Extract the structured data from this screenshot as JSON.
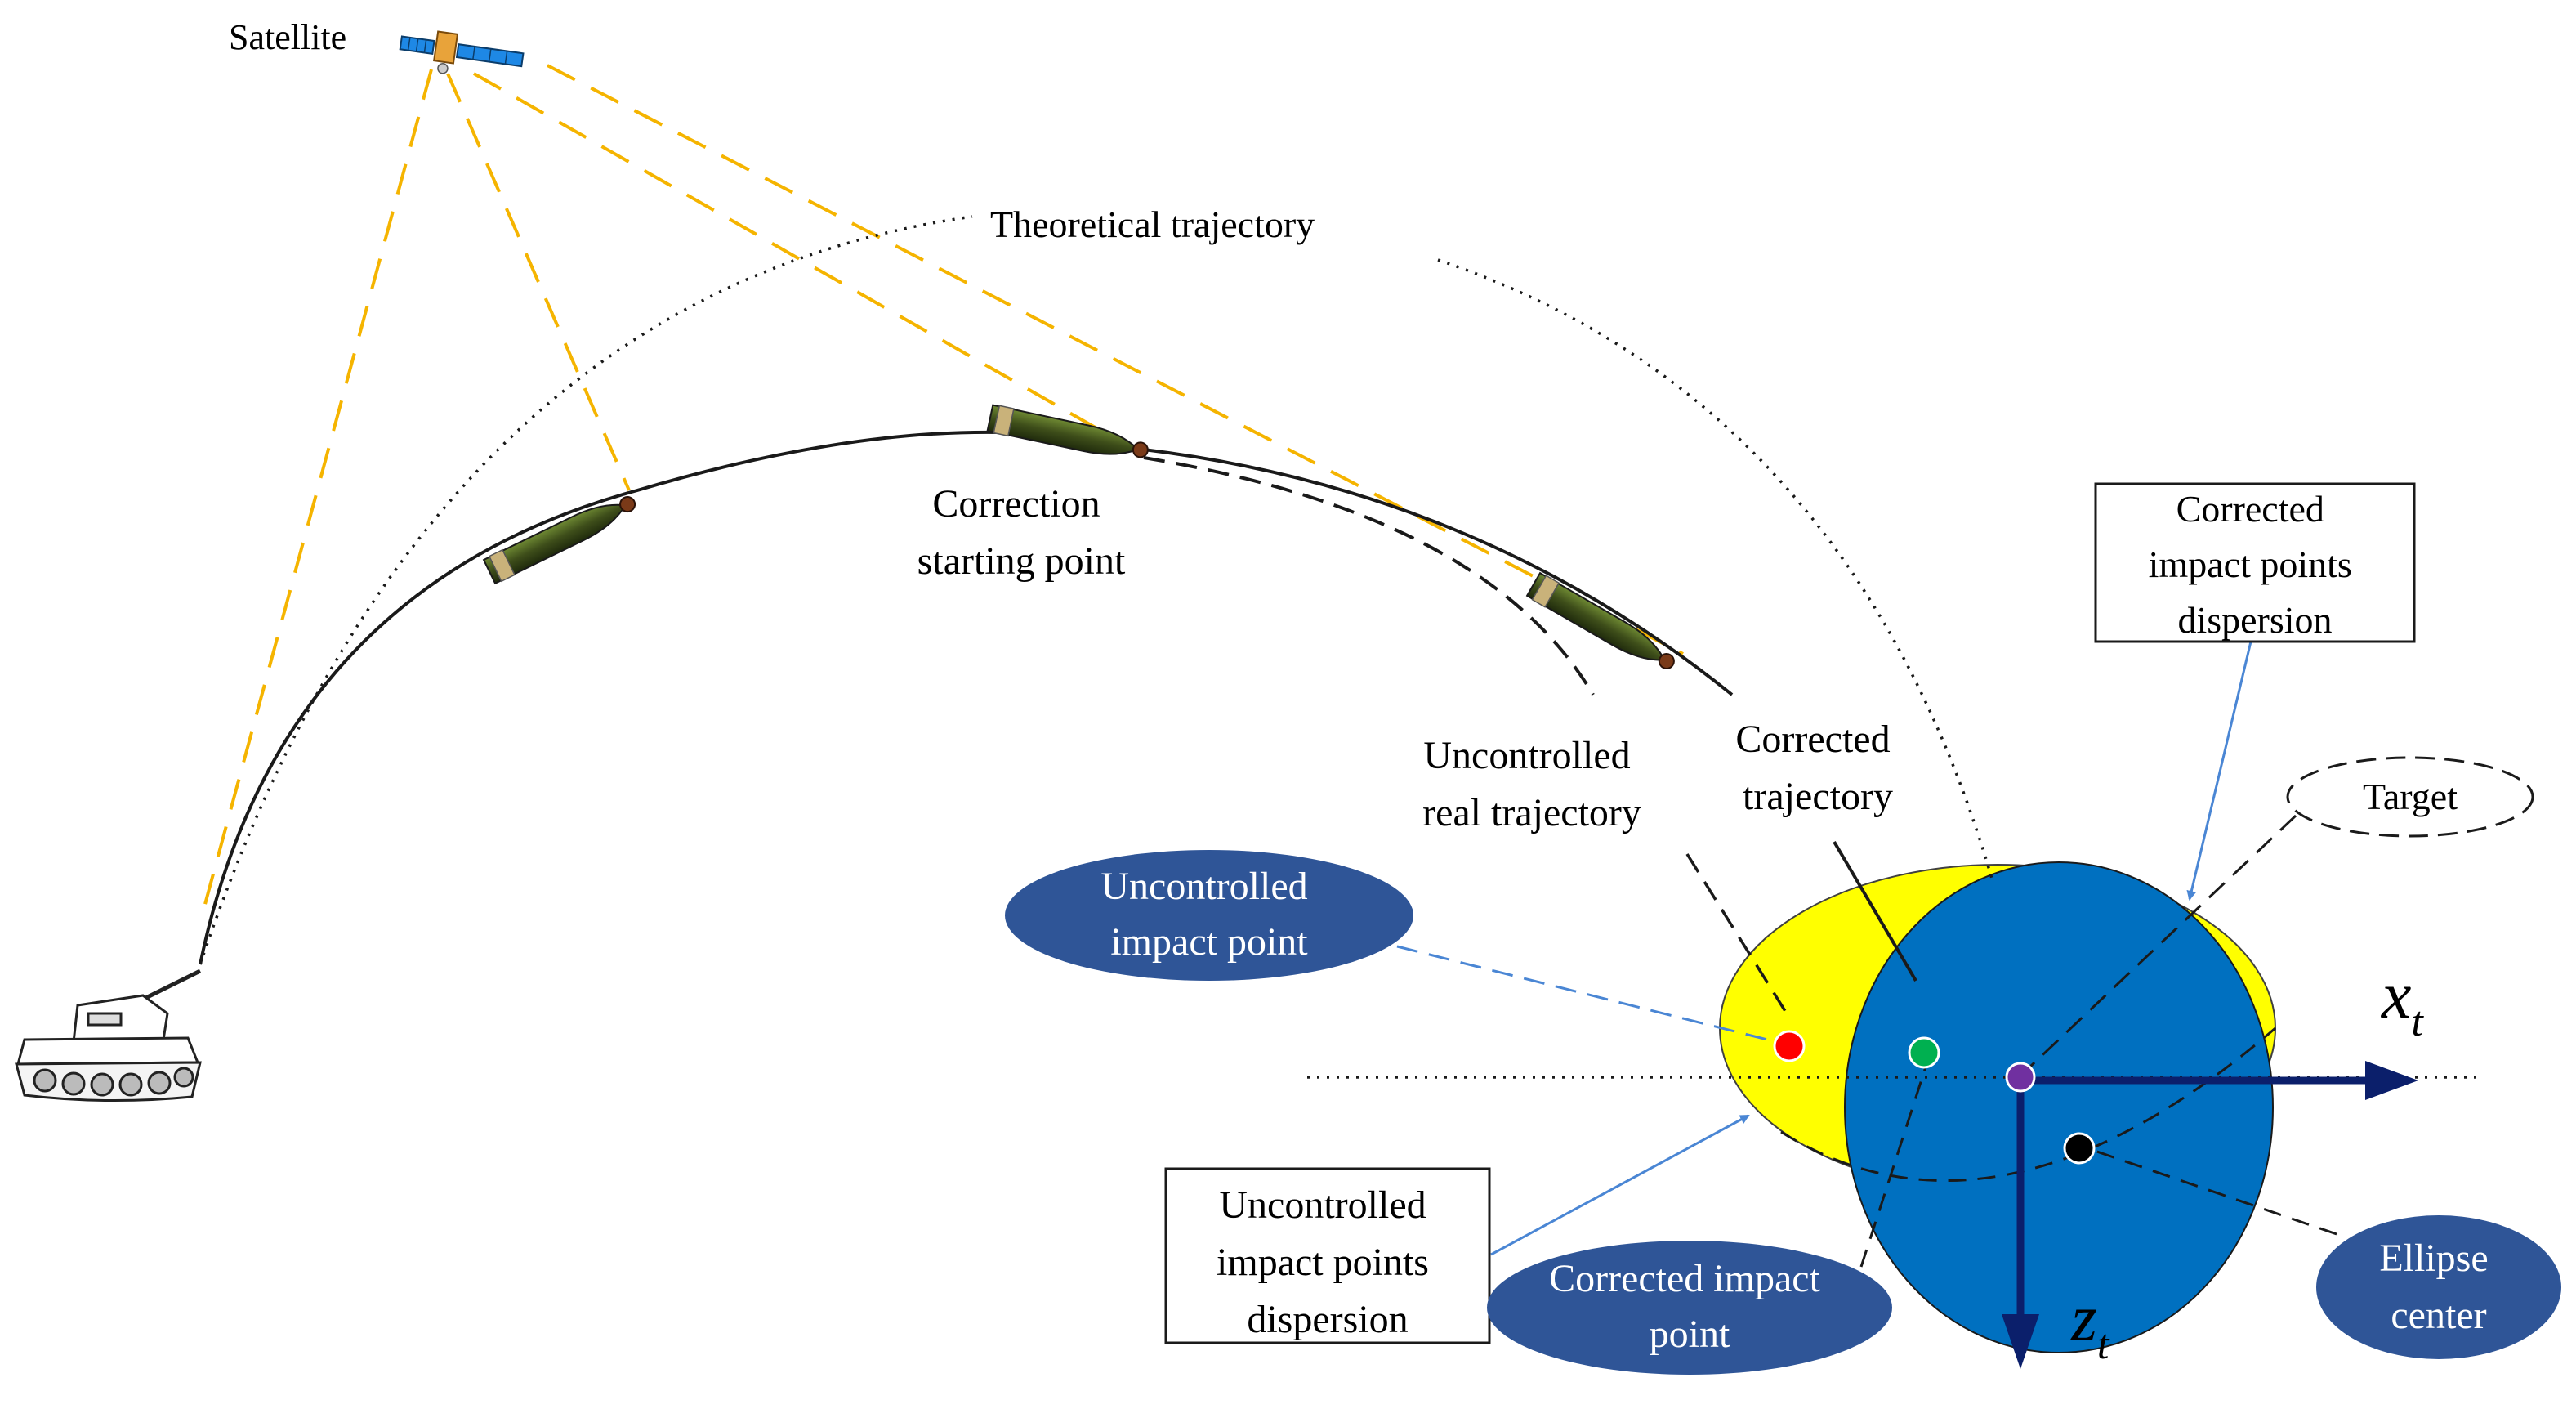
{
  "labels": {
    "satellite": "Satellite",
    "theoretical_trajectory": "Theoretical trajectory",
    "correction_start_line1": "Correction",
    "correction_start_line2": "starting point",
    "uncontrolled_traj_line1": "Uncontrolled",
    "uncontrolled_traj_line2": "real trajectory",
    "corrected_traj_line1": "Corrected",
    "corrected_traj_line2": "trajectory",
    "target": "Target",
    "corrected_dispersion_line1": "Corrected",
    "corrected_dispersion_line2": "impact points",
    "corrected_dispersion_line3": "dispersion",
    "uncontrolled_impact_line1": "Uncontrolled",
    "uncontrolled_impact_line2": "impact point",
    "uncontrolled_dispersion_line1": "Uncontrolled",
    "uncontrolled_dispersion_line2": "impact points",
    "uncontrolled_dispersion_line3": "dispersion",
    "corrected_impact_line1": "Corrected impact",
    "corrected_impact_line2": "point",
    "ellipse_center_line1": "Ellipse",
    "ellipse_center_line2": "center",
    "axis_x": "x",
    "axis_x_sub": "t",
    "axis_z": "z",
    "axis_z_sub": "t"
  },
  "colors": {
    "sight_line": "#F5B400",
    "yellow_ellipse": "#FFFF00",
    "blue_ellipse": "#0070C0",
    "callout_fill": "#2F5597",
    "callout_text": "#ffffff",
    "axis": "#0B1F6B",
    "pointer": "#4A86D4",
    "uncontrolled_point": "#FF0000",
    "corrected_point": "#00B050",
    "target_point": "#7030A0",
    "ellipse_center_point": "#000000",
    "shell_body": "#4B5E22"
  },
  "icons": [
    "satellite-icon",
    "tank-icon",
    "shell-icon"
  ]
}
